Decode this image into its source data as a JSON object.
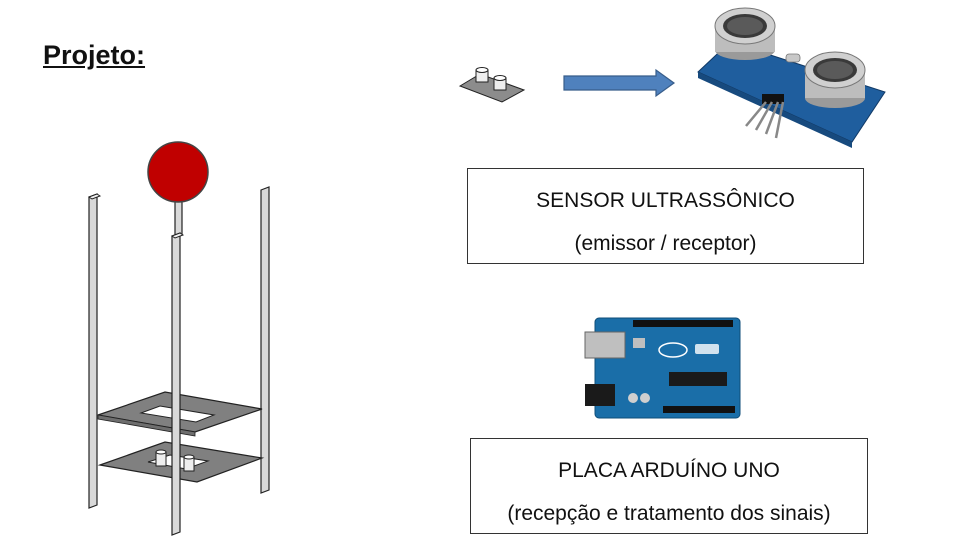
{
  "slide": {
    "title": "Projeto:",
    "sensor_box": {
      "line1": "SENSOR ULTRASSÔNICO",
      "line2": "(emissor / receptor)"
    },
    "arduino_box": {
      "line1": "PLACA ARDUÍNO UNO",
      "line2": "(recepção e tratamento dos sinais)"
    }
  },
  "colors": {
    "ball": "#c00000",
    "arrow": "#4f81bd",
    "plate": "#808080",
    "pole": "#d9d9d9",
    "board": "#1a4f8c"
  }
}
